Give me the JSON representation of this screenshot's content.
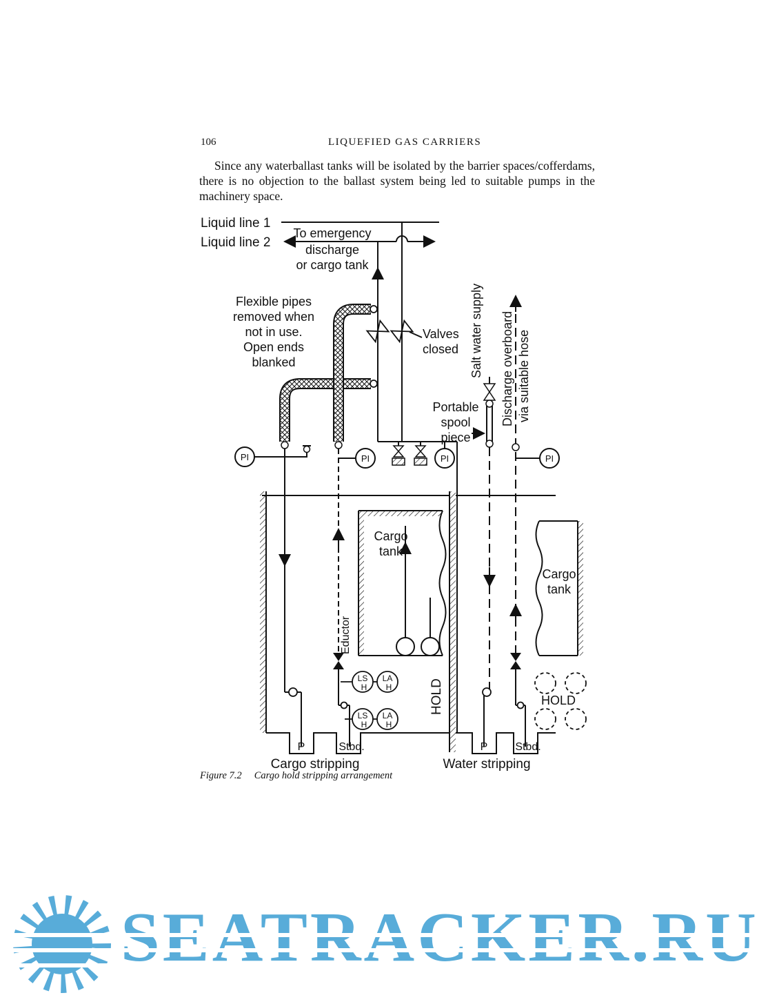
{
  "page": {
    "number": "106",
    "header": "LIQUEFIED GAS CARRIERS",
    "paragraph": "Since any waterballast tanks will be isolated by the barrier spaces/cofferdams, there is no objection to the ballast system being led to suitable pumps in the machinery space."
  },
  "figure": {
    "label": "Figure 7.2",
    "caption": "Cargo hold stripping arrangement"
  },
  "diagram": {
    "liquid_line_1": "Liquid line 1",
    "liquid_line_2": "Liquid line 2",
    "emergency_1": "To emergency",
    "emergency_2": "discharge",
    "emergency_3": "or cargo tank",
    "flexible_1": "Flexible pipes",
    "flexible_2": "removed when",
    "flexible_3": "not in use.",
    "flexible_4": "Open ends",
    "flexible_5": "blanked",
    "valves_1": "Valves",
    "valves_2": "closed",
    "salt_water": "Salt water supply",
    "overboard_1": "Discharge overboard",
    "overboard_2": "via suitable hose",
    "portable_1": "Portable",
    "portable_2": "spool",
    "portable_3": "piece",
    "pi": "PI",
    "cargo": "Cargo",
    "tank": "tank",
    "eductor": "Eductor",
    "ls": "LS",
    "la": "LA",
    "h": "H",
    "hold": "HOLD",
    "p": "P",
    "stbd": "Stbd.",
    "cargo_stripping": "Cargo stripping",
    "water_stripping": "Water stripping"
  },
  "watermark": {
    "text": "SEATRACKER.RU",
    "color": "#58acd9",
    "icon": "sun-icon"
  },
  "colors": {
    "ink": "#111111",
    "paper": "#ffffff",
    "watermark": "#58acd9"
  }
}
